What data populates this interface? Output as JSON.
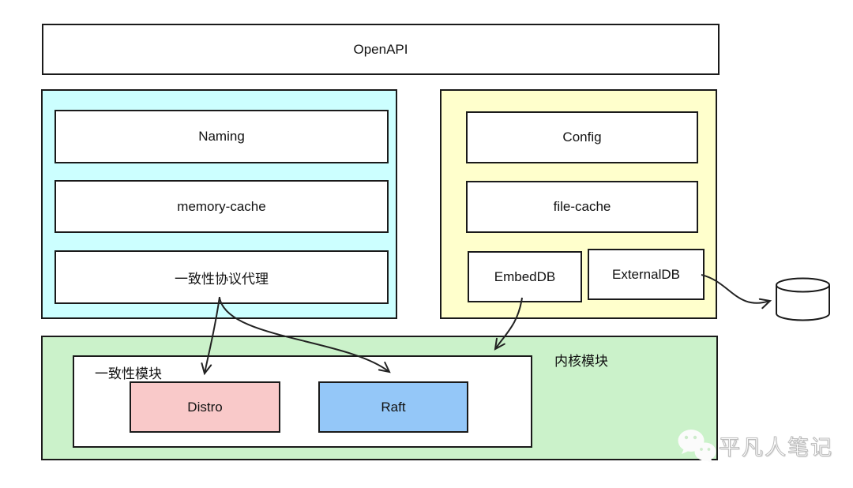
{
  "boxes": {
    "openapi": "OpenAPI",
    "naming": "Naming",
    "memory_cache": "memory-cache",
    "consistency_proxy": "一致性协议代理",
    "config": "Config",
    "file_cache": "file-cache",
    "embed_db": "EmbedDB",
    "external_db": "ExternalDB",
    "kernel_label": "内核模块",
    "consistency_label": "一致性模块",
    "distro": "Distro",
    "raft": "Raft"
  },
  "watermark": {
    "text": "平凡人笔记"
  },
  "colors": {
    "naming_group_bg": "#ccffff",
    "config_group_bg": "#ffffcc",
    "kernel_bg": "#cbf2ca",
    "distro_bg": "#f9c9c9",
    "raft_bg": "#94c7f8",
    "border": "#1a1a1a",
    "arrow": "#222222"
  }
}
